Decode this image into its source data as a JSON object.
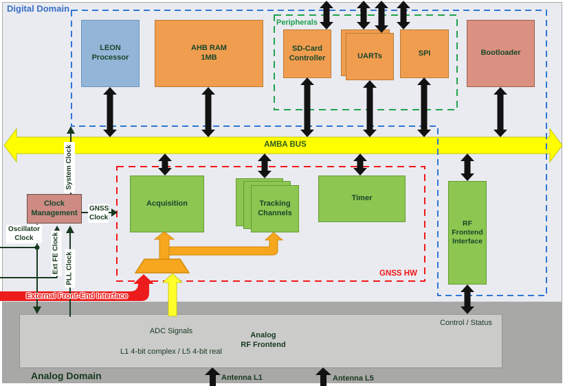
{
  "domains": {
    "digital": "Digital Domain",
    "analog": "Analog Domain"
  },
  "groups": {
    "peripherals": "Peripherals",
    "gnss_hw": "GNSS HW"
  },
  "bus": {
    "label": "AMBA BUS"
  },
  "blocks": {
    "leon": "LEON\nProcessor",
    "ahb_ram": "AHB RAM\n1MB",
    "sd_card": "SD-Card\nController",
    "uarts": "UARTs",
    "spi": "SPI",
    "bootloader": "Bootloader",
    "acquisition": "Acquisition",
    "tracking_channels": "Tracking\nChannels",
    "timer": "Timer",
    "rf_frontend_interface": "RF\nFrontend\nInterface",
    "clock_management": "Clock\nManagement",
    "analog_rf_frontend": "Analog\nRF Frontend"
  },
  "signals": {
    "system_clock": "System Clock",
    "gnss_clock": "GNSS\nClock",
    "oscillator_clock": "Oscillator\nClock",
    "ext_fe_clock": "Ext FE Clock",
    "pll_clock": "PLL Clock",
    "external_front_end_interface": "External Front-End Interface",
    "adc_line1": "ADC Signals",
    "adc_line2": "L1 4-bit complex / L5 4-bit real",
    "control_status": "Control / Status",
    "antenna_l1": "Antenna L1",
    "antenna_l5": "Antenna L5"
  },
  "colors": {
    "digital_background": "#e9ebf1",
    "analog_background": "#a8a8a6",
    "bus_yellow": "#ffff00",
    "digital_domain_dash": "#2e75d4",
    "peripherals_dash": "#1fa24a",
    "gnss_hw_dash": "#f21616",
    "processor_blue": "#93b5d8",
    "memory_orange": "#f09d50",
    "gnss_green": "#8dc651",
    "bootloader_rose": "#db9181",
    "clock_rose": "#cd8b83",
    "signal_dark_green": "#17381f",
    "external_interface_red": "#ec1c1c",
    "funnel_orange": "#f6a71e",
    "adc_yellow": "#ffff2b"
  }
}
